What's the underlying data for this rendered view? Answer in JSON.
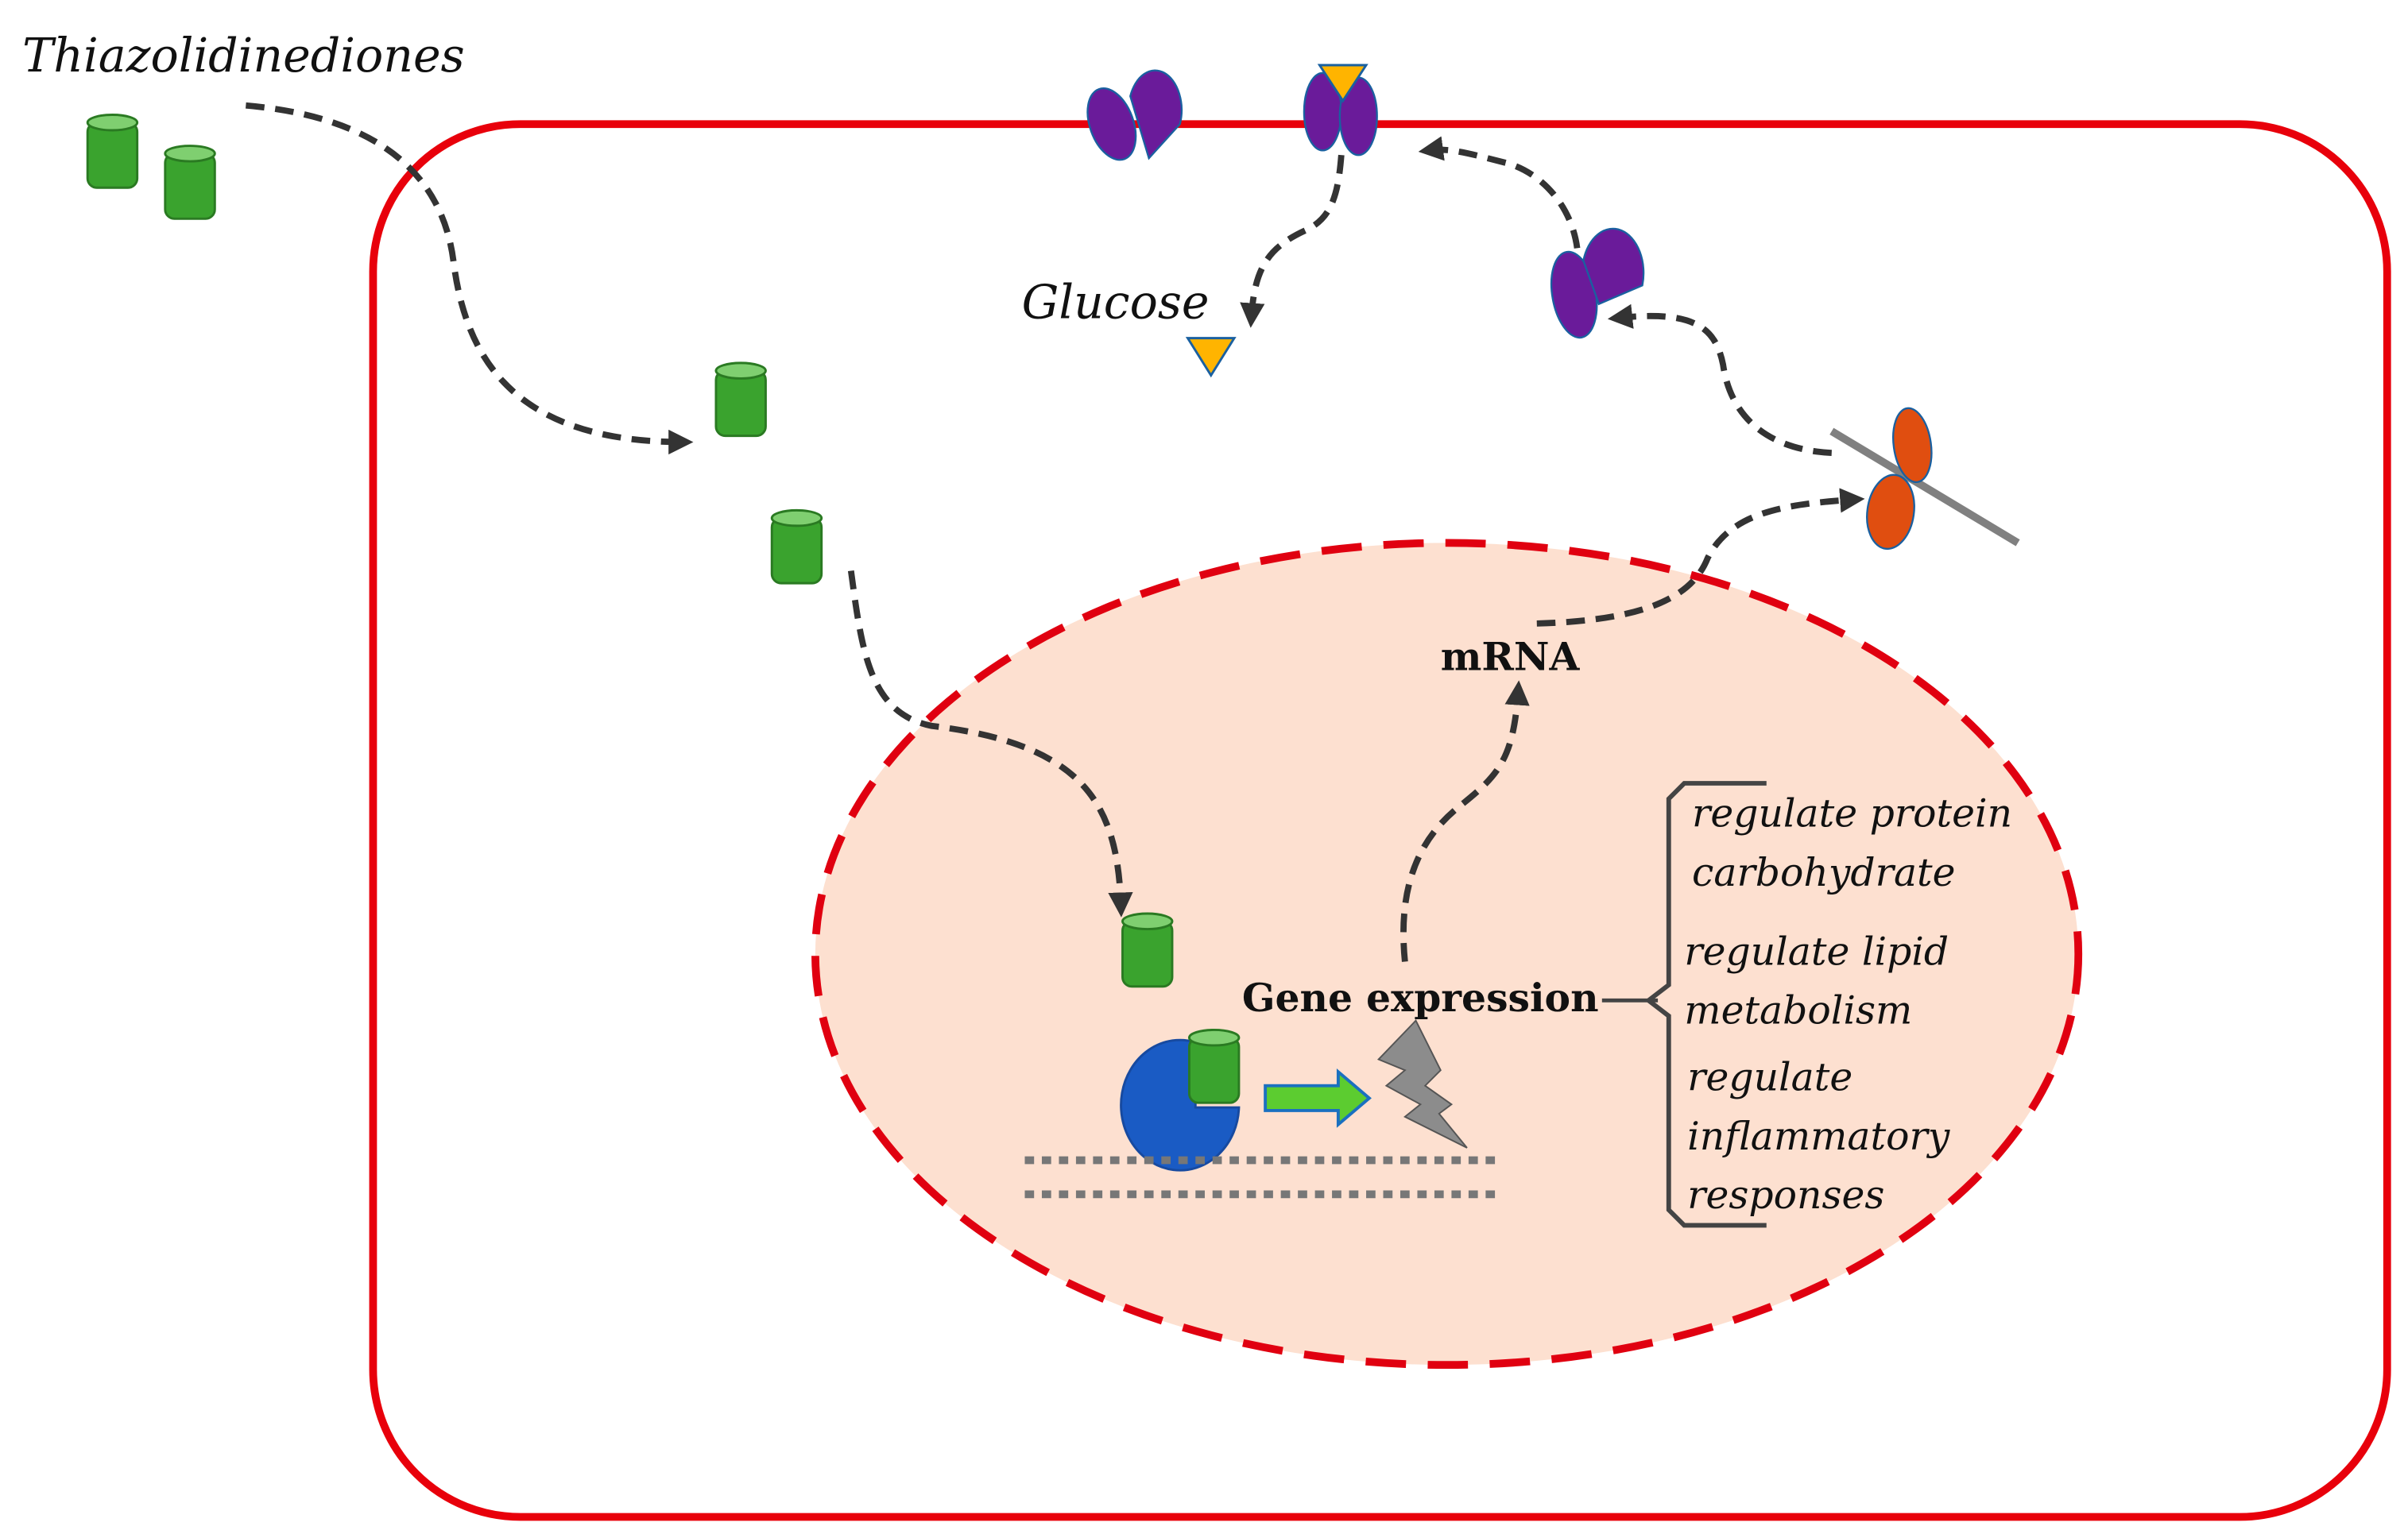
{
  "labels": {
    "drug": "Thiazolidinediones",
    "glucose": "Glucose",
    "mrna": "mRNA",
    "gene_expression": "Gene expression"
  },
  "effects": [
    [
      "regulate protein",
      "carbohydrate"
    ],
    [
      "regulate lipid",
      "metabolism"
    ],
    [
      "regulate",
      "inflammatory",
      "responses"
    ]
  ],
  "colors": {
    "cell_membrane": "#e8000b",
    "nucleus_fill": "#fde0d0",
    "nucleus_border": "#e00010",
    "drug": "#3aa32e",
    "transporter": "#6a1b9a",
    "glucose": "#ffb400",
    "ribosome": "#e04e10",
    "receptor": "#1a5bc4",
    "transcription_arrow": "#5ccc30",
    "lightning": "#8c8c8c",
    "arrow": "#333333",
    "text": "#111111"
  }
}
